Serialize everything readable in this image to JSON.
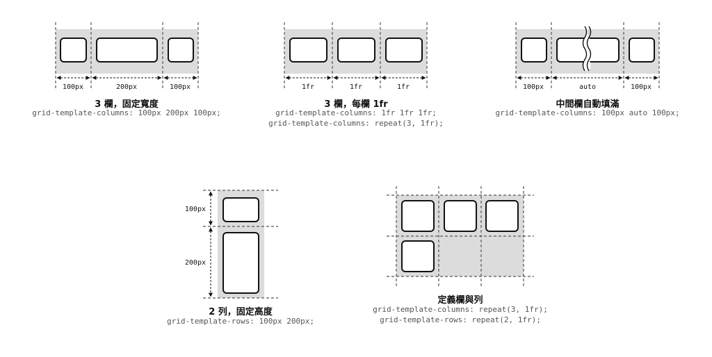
{
  "colors": {
    "area": "#dcdcdc",
    "line": "#555555",
    "box": "#111111",
    "text": "#111111",
    "code": "#555555"
  },
  "diagrams": [
    {
      "title": "3 欄，固定寬度",
      "code": [
        "grid-template-columns: 100px 200px 100px;"
      ],
      "labels": [
        "100px",
        "200px",
        "100px"
      ]
    },
    {
      "title": "3 欄，每欄 1fr",
      "code": [
        "grid-template-columns: 1fr 1fr 1fr;",
        "grid-template-columns: repeat(3, 1fr);"
      ],
      "labels": [
        "1fr",
        "1fr",
        "1fr"
      ]
    },
    {
      "title": "中間欄自動填滿",
      "code": [
        "grid-template-columns: 100px auto 100px;"
      ],
      "labels": [
        "100px",
        "auto",
        "100px"
      ]
    },
    {
      "title": "2 列，固定高度",
      "code": [
        "grid-template-rows: 100px 200px;"
      ],
      "labels": [
        "100px",
        "200px"
      ]
    },
    {
      "title": "定義欄與列",
      "code": [
        "grid-template-columns: repeat(3, 1fr);",
        "grid-template-rows: repeat(2, 1fr);"
      ],
      "labels": []
    }
  ]
}
